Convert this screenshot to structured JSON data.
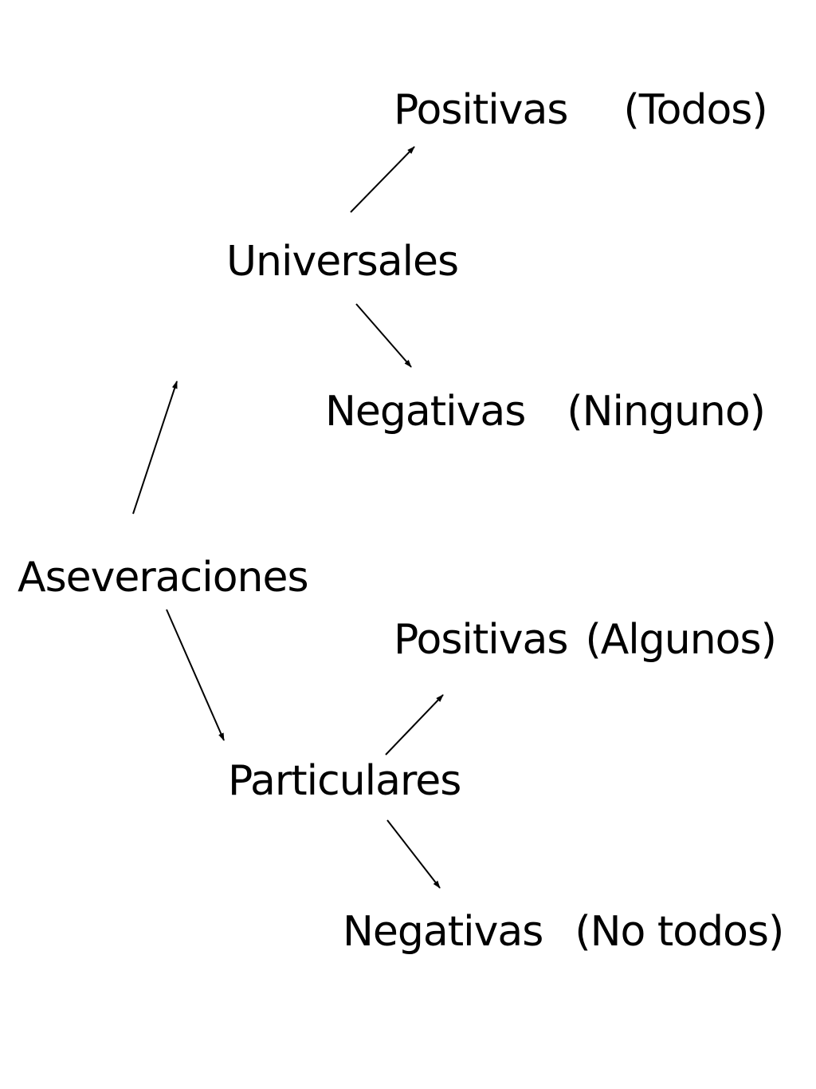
{
  "nodes": {
    "root": "Aseveraciones",
    "universales": "Universales",
    "particulares": "Particulares",
    "universal_positive": {
      "label": "Positivas",
      "quantifier": "(Todos)"
    },
    "universal_negative": {
      "label": "Negativas",
      "quantifier": "(Ninguno)"
    },
    "particular_positive": {
      "label": "Positivas",
      "quantifier": "(Algunos)"
    },
    "particular_negative": {
      "label": "Negativas",
      "quantifier": "(No todos)"
    }
  },
  "colors": {
    "text": "#000000",
    "arrow": "#000000",
    "background": "#ffffff"
  }
}
